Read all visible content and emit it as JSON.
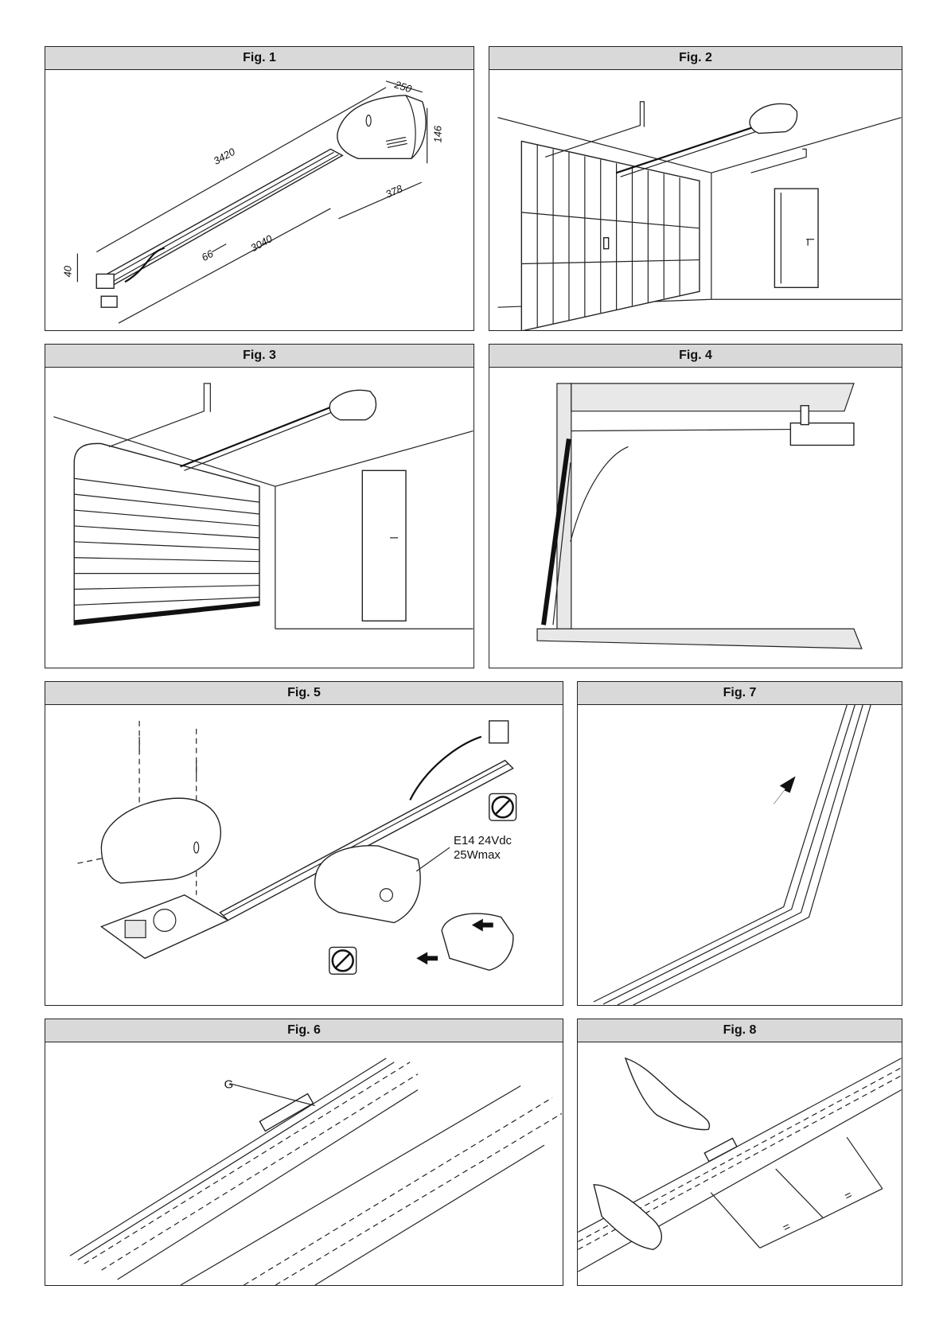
{
  "figures": {
    "fig1": {
      "title": "Fig. 1",
      "dimensions": {
        "d250": "250",
        "d146": "146",
        "d3420": "3420",
        "d378": "378",
        "d40": "40",
        "d66": "66",
        "d3040": "3040"
      }
    },
    "fig2": {
      "title": "Fig. 2"
    },
    "fig3": {
      "title": "Fig. 3"
    },
    "fig4": {
      "title": "Fig. 4"
    },
    "fig5": {
      "title": "Fig. 5",
      "lamp_spec_line1": "E14 24Vdc",
      "lamp_spec_line2": "25Wmax"
    },
    "fig6": {
      "title": "Fig. 6",
      "label_g": "G"
    },
    "fig7": {
      "title": "Fig. 7"
    },
    "fig8": {
      "title": "Fig. 8",
      "equal_mark_1": "=",
      "equal_mark_2": "="
    }
  },
  "icons": {
    "prohibited": "no-grease-prohibited-icon",
    "arrow": "arrow-icon"
  }
}
